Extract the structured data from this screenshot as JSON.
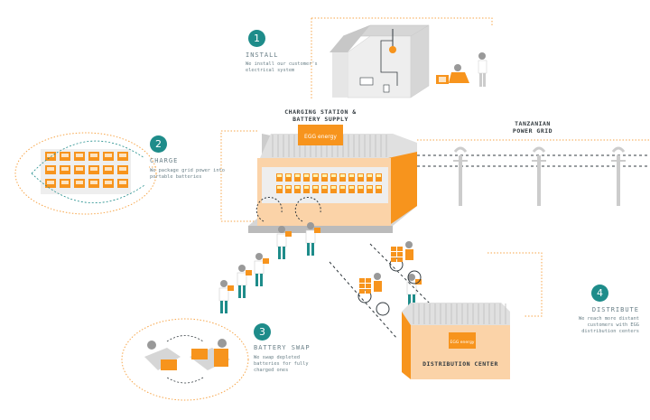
{
  "colors": {
    "accent_orange": "#f7941d",
    "teal": "#1e8c8a",
    "building_grey": "#d6d6d6",
    "wall_peach": "#fbd3a8",
    "text_grey": "#6b8088",
    "dark_text": "#333b40"
  },
  "steps": [
    {
      "number": "1",
      "title": "INSTALL",
      "description": "We install our customer's electrical system"
    },
    {
      "number": "2",
      "title": "CHARGE",
      "description": "We package grid power into portable batteries"
    },
    {
      "number": "3",
      "title": "BATTERY SWAP",
      "description": "We swap depleted batteries for fully charged ones"
    },
    {
      "number": "4",
      "title": "DISTRIBUTE",
      "description": "We reach more distant customers with EGG distribution centers"
    }
  ],
  "labels": {
    "charging_station_line1": "CHARGING STATION &",
    "charging_station_line2": "BATTERY SUPPLY",
    "power_grid_line1": "TANZANIAN",
    "power_grid_line2": "POWER GRID",
    "distribution_center": "DISTRIBUTION CENTER",
    "brand_sign": "EGG energy"
  },
  "icons": [
    "house-icon",
    "battery-icon",
    "power-pole-icon",
    "person-icon",
    "bicycle-icon",
    "swap-arrows-icon",
    "lightbulb-icon"
  ]
}
